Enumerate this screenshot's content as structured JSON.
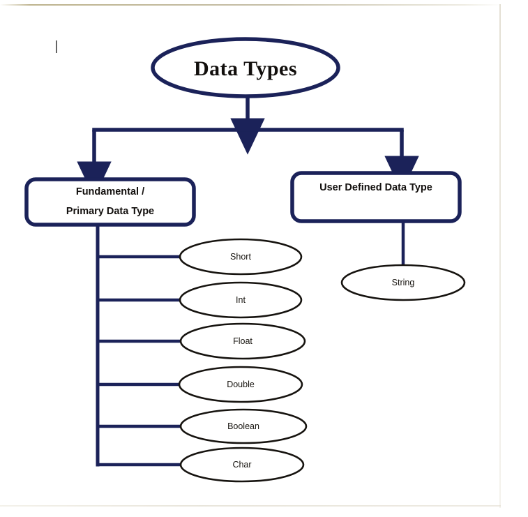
{
  "diagram": {
    "title": "Data Types",
    "root": {
      "label": "Data Types",
      "shape": "ellipse"
    },
    "branches": [
      {
        "id": "fundamental",
        "shape": "rounded-rect",
        "label_line1": "Fundamental /",
        "label_line2": "Primary Data Type",
        "children": [
          {
            "label": "Short",
            "shape": "ellipse"
          },
          {
            "label": "Int",
            "shape": "ellipse"
          },
          {
            "label": "Float",
            "shape": "ellipse"
          },
          {
            "label": "Double",
            "shape": "ellipse"
          },
          {
            "label": "Boolean",
            "shape": "ellipse"
          },
          {
            "label": "Char",
            "shape": "ellipse"
          }
        ]
      },
      {
        "id": "user-defined",
        "shape": "rounded-rect",
        "label_line1": "User Defined Data Type",
        "children": [
          {
            "label": "String",
            "shape": "ellipse"
          }
        ]
      }
    ]
  },
  "colors": {
    "navy": "#1b2259",
    "ink": "#14110d",
    "paper": "#ffffff",
    "edge": "#b9ae8c"
  }
}
